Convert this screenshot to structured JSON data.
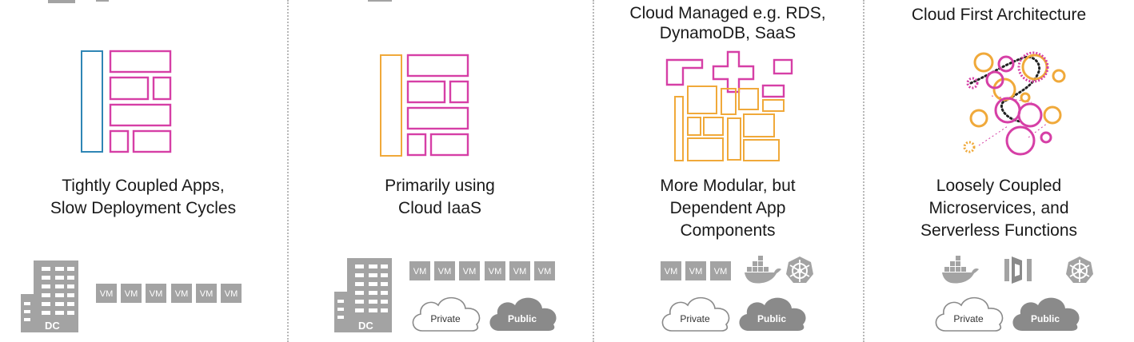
{
  "colors": {
    "pink": "#d63fa6",
    "orange": "#f0a93a",
    "blue": "#2f86b5",
    "gray": "#a3a3a3",
    "dark_gray": "#8a8a8a"
  },
  "panels": [
    {
      "title": "",
      "caption": "Tightly Coupled Apps,\nSlow Deployment Cycles",
      "vm_labels": [
        "VM",
        "VM",
        "VM",
        "VM",
        "VM",
        "VM"
      ],
      "dc_label": "DC",
      "icons": [
        "building-icon",
        "vm-icon"
      ]
    },
    {
      "title": "",
      "caption": "Primarily using\nCloud IaaS",
      "vm_labels": [
        "VM",
        "VM",
        "VM",
        "VM",
        "VM",
        "VM"
      ],
      "dc_label": "DC",
      "private_label": "Private",
      "public_label": "Public",
      "icons": [
        "building-icon",
        "vm-icon",
        "private-cloud-icon",
        "public-cloud-icon"
      ]
    },
    {
      "title": "Cloud Managed e.g. RDS,\nDynamoDB, SaaS",
      "caption": "More Modular, but\nDependent App\nComponents",
      "vm_labels": [
        "VM",
        "VM",
        "VM"
      ],
      "private_label": "Private",
      "public_label": "Public",
      "icons": [
        "vm-icon",
        "docker-icon",
        "kubernetes-icon",
        "private-cloud-icon",
        "public-cloud-icon"
      ]
    },
    {
      "title": "Cloud First Architecture",
      "caption": "Loosely Coupled\nMicroservices, and\nServerless Functions",
      "private_label": "Private",
      "public_label": "Public",
      "icons": [
        "docker-icon",
        "lambda-icon",
        "kubernetes-icon",
        "private-cloud-icon",
        "public-cloud-icon"
      ]
    }
  ]
}
